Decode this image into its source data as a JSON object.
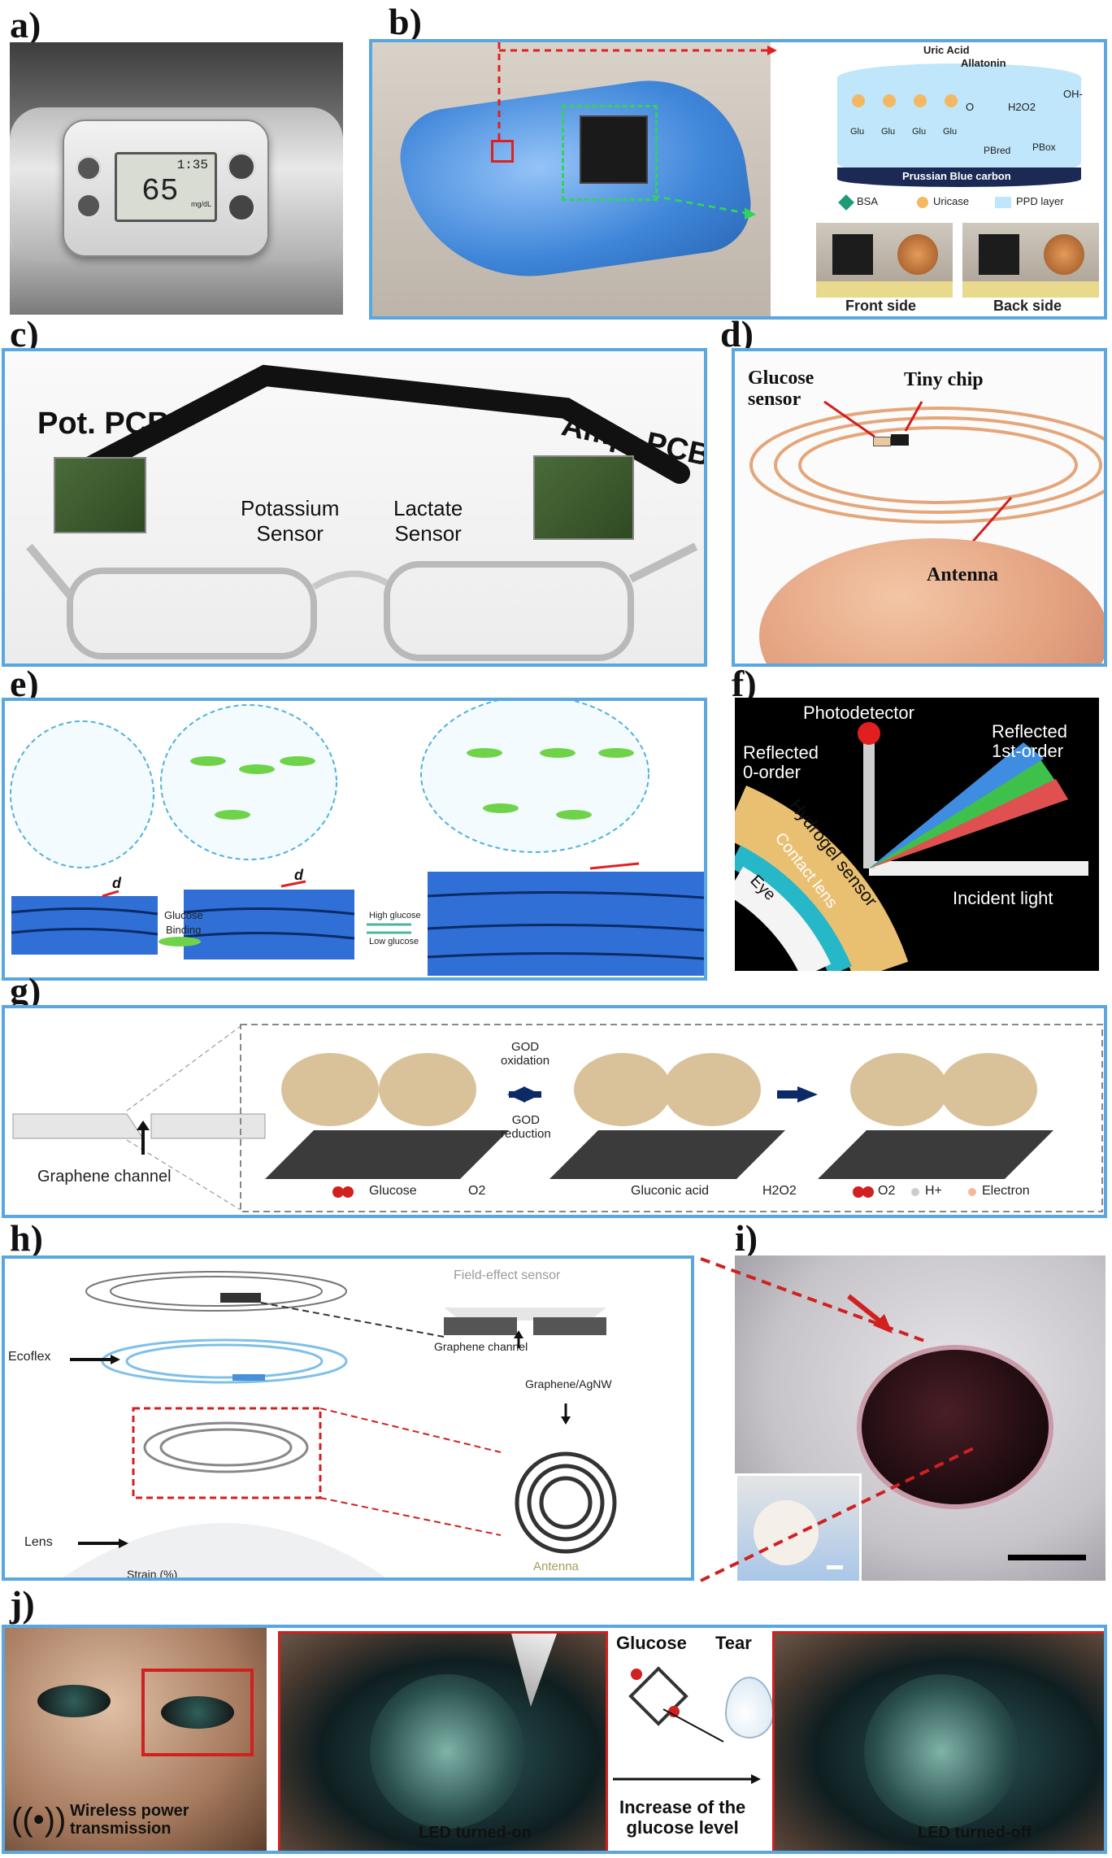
{
  "panels": {
    "a": {
      "label": "a)",
      "screen_time": "1:35",
      "screen_value": "65",
      "screen_unit": "mg/dL"
    },
    "b": {
      "label": "b)",
      "chem": {
        "uric_acid": "Uric Acid",
        "allatonin": "Allatonin",
        "o2": "O",
        "h2o2": "H2O2",
        "oh": "OH-",
        "pb_red": "PBred",
        "pb_ox": "PBox",
        "glu": "Glu",
        "electrode": "Prussian Blue carbon",
        "legend_bsa": "BSA",
        "legend_uricase": "Uricase",
        "legend_ppd": "PPD layer"
      },
      "front": "Front side",
      "back": "Back side"
    },
    "c": {
      "label": "c)",
      "pot_pcb": "Pot. PCB",
      "amp_pcb": "Amp. PCB",
      "potassium": "Potassium\nSensor",
      "lactate": "Lactate\nSensor"
    },
    "d": {
      "label": "d)",
      "glucose_sensor": "Glucose\nsensor",
      "tiny_chip": "Tiny chip",
      "antenna": "Antenna"
    },
    "e": {
      "label": "e)",
      "glucose": "Glucose",
      "binding": "Binding",
      "high": "High glucose",
      "low": "Low glucose",
      "d": "d"
    },
    "f": {
      "label": "f)",
      "photodetector": "Photodetector",
      "reflected0": "Reflected\n0-order",
      "reflected1": "Reflected\n1st-order",
      "incident": "Incident light",
      "hydrogel": "Hydrogel sensor",
      "contact": "Contact lens",
      "eye": "Eye"
    },
    "g": {
      "label": "g)",
      "graphene_channel": "Graphene channel",
      "god_ox": "GOD\noxidation",
      "god_red": "GOD\nreduction",
      "glucose": "Glucose",
      "o2": "O2",
      "gluconic": "Gluconic acid",
      "h2o2": "H2O2",
      "o2b": "O2",
      "hplus": "H+",
      "electron": "Electron"
    },
    "h": {
      "label": "h)",
      "field_effect": "Field-effect sensor",
      "ecoflex": "Ecoflex",
      "graphene_channel": "Graphene channel",
      "graphene_agnw": "Graphene/AgNW",
      "lens": "Lens",
      "antenna": "Antenna",
      "strain": "Strain (%)"
    },
    "i": {
      "label": "i)"
    },
    "j": {
      "label": "j)",
      "wireless": "Wireless power\ntransmission",
      "led_on": "LED turned-on",
      "glucose": "Glucose",
      "tear": "Tear",
      "increase": "Increase of the\nglucose level",
      "led_off": "LED turned-off"
    }
  }
}
